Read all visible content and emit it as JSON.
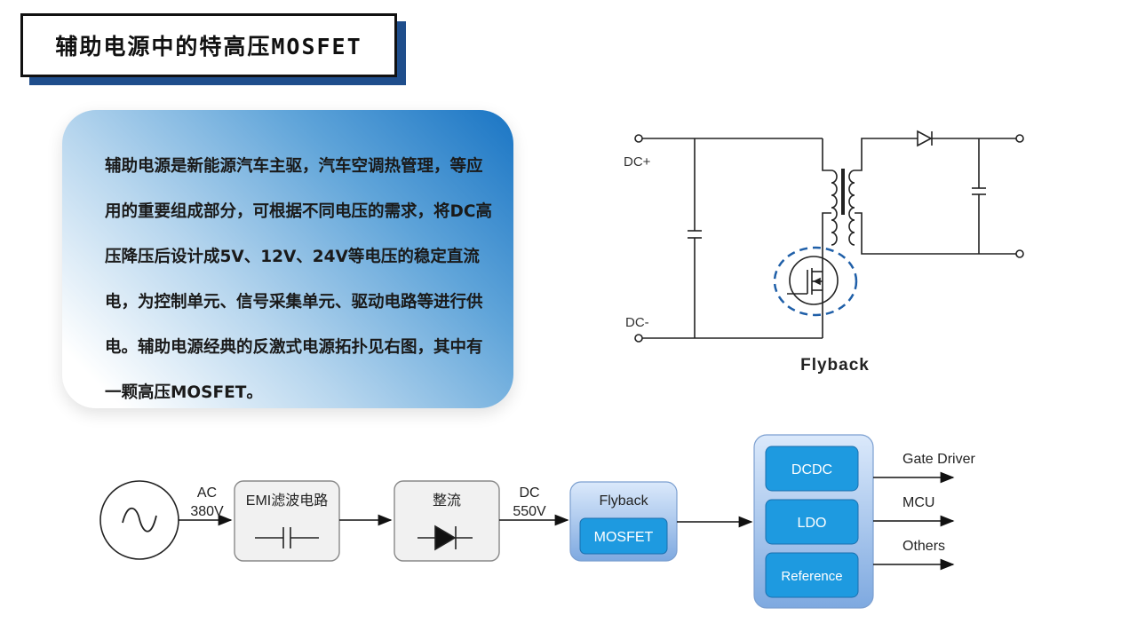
{
  "title": "辅助电源中的特高压MOSFET",
  "intro": {
    "segments": [
      {
        "text": "辅助电源",
        "bold": true
      },
      {
        "text": "是新能源汽车主驱，汽车空调热管理，等应用的重要组成部分，可根据不同电压的需求，将",
        "bold": false
      },
      {
        "text": "DC高压",
        "bold": true
      },
      {
        "text": "降压后设计成",
        "bold": false
      },
      {
        "text": "5V、12V、24V",
        "bold": true
      },
      {
        "text": "等电压的稳定直流电，为控制单元、信号采集单元、驱动电路等进行供电。辅助电源经典的反激式电源拓扑见右图，其中有一颗高压MOSFET。",
        "bold": false
      }
    ]
  },
  "circuit": {
    "label_dc_plus": "DC+",
    "label_dc_minus": "DC-",
    "caption": "Flyback",
    "highlight_color": "#1f5fa8"
  },
  "block_diagram": {
    "source_label_line1": "AC",
    "source_label_line2": "380V",
    "emi_title": "EMI滤波电路",
    "rectifier_title": "整流",
    "dc_label_line1": "DC",
    "dc_label_line2": "550V",
    "flyback_title": "Flyback",
    "flyback_inner": "MOSFET",
    "regulators": [
      "DCDC",
      "LDO",
      "Reference"
    ],
    "outputs": [
      "Gate Driver",
      "MCU",
      "Others"
    ],
    "accent_color": "#1e9ae0"
  }
}
